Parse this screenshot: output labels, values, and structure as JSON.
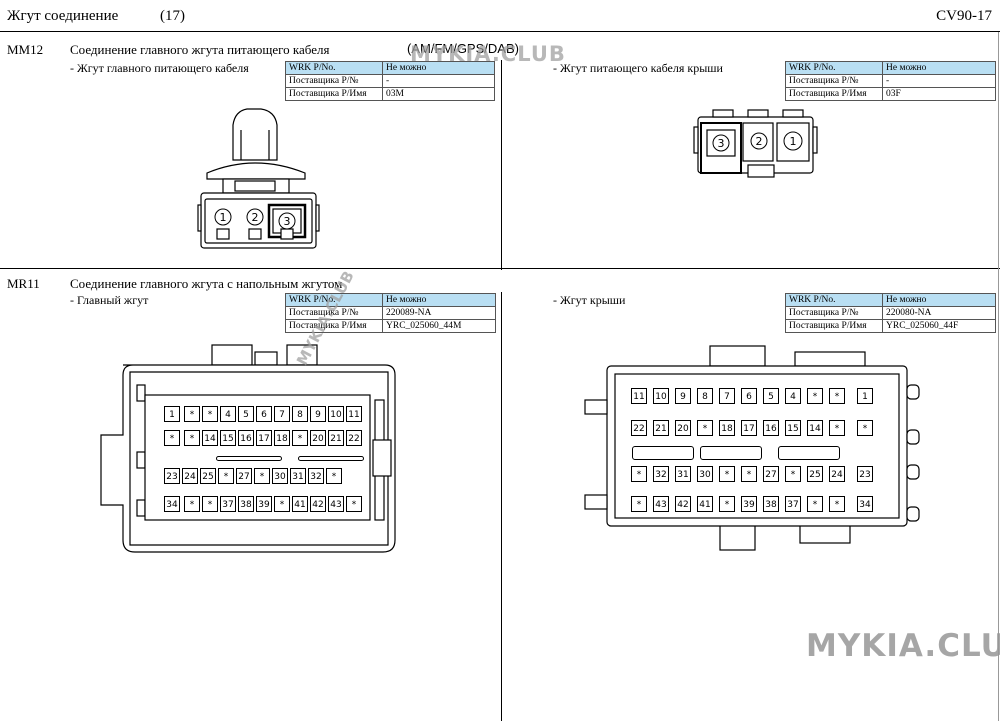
{
  "header": {
    "title": "Жгут соединение",
    "page": "(17)",
    "code": "CV90-17"
  },
  "watermarks": {
    "main": "MYKIA.CLUB",
    "footer": "MYKIA.CLUB"
  },
  "mm12": {
    "id": "MM12",
    "title": "Соединение главного жгута питающего кабеля",
    "note": "(AM/FM/GPS/DAB)",
    "left": {
      "label": "- Жгут главного питающего кабеля",
      "table": [
        [
          "WRK P/No.",
          "Не можно"
        ],
        [
          "Поставщика P/№",
          "-"
        ],
        [
          "Поставщика P/Имя",
          "03M"
        ]
      ],
      "pins": [
        "1",
        "2",
        "3"
      ]
    },
    "right": {
      "label": "- Жгут питающего кабеля крыши",
      "table": [
        [
          "WRK P/No.",
          "Не можно"
        ],
        [
          "Поставщика P/№",
          "-"
        ],
        [
          "Поставщика P/Имя",
          "03F"
        ]
      ],
      "pins": [
        "3",
        "2",
        "1"
      ]
    }
  },
  "mr11": {
    "id": "MR11",
    "title": "Соединение главного жгута с напольным жгутом",
    "left": {
      "label": "- Главный жгут",
      "table": [
        [
          "WRK P/No.",
          "Не можно"
        ],
        [
          "Поставщика P/№",
          "220089-NA"
        ],
        [
          "Поставщика P/Имя",
          "YRC_025060_44M"
        ]
      ],
      "rows": [
        [
          "1",
          "*",
          "*",
          "4",
          "5",
          "6",
          "7",
          "8",
          "9",
          "10",
          "11"
        ],
        [
          "*",
          "*",
          "14",
          "15",
          "16",
          "17",
          "18",
          "*",
          "20",
          "21",
          "22"
        ],
        [
          "23",
          "24",
          "25",
          "*",
          "27",
          "*",
          "30",
          "31",
          "32",
          "*"
        ],
        [
          "34",
          "*",
          "*",
          "37",
          "38",
          "39",
          "*",
          "41",
          "42",
          "43",
          "*"
        ]
      ]
    },
    "right": {
      "label": "- Жгут крыши",
      "table": [
        [
          "WRK P/No.",
          "Не можно"
        ],
        [
          "Поставщика P/№",
          "220080-NA"
        ],
        [
          "Поставщика P/Имя",
          "YRC_025060_44F"
        ]
      ],
      "rows": [
        [
          "11",
          "10",
          "9",
          "8",
          "7",
          "6",
          "5",
          "4",
          "*",
          "*",
          "1"
        ],
        [
          "22",
          "21",
          "20",
          "*",
          "18",
          "17",
          "16",
          "15",
          "14",
          "*",
          "*"
        ],
        [
          "*",
          "32",
          "31",
          "30",
          "*",
          "*",
          "27",
          "*",
          "25",
          "24",
          "23"
        ],
        [
          "*",
          "43",
          "42",
          "41",
          "*",
          "39",
          "38",
          "37",
          "*",
          "*",
          "34"
        ]
      ]
    }
  }
}
